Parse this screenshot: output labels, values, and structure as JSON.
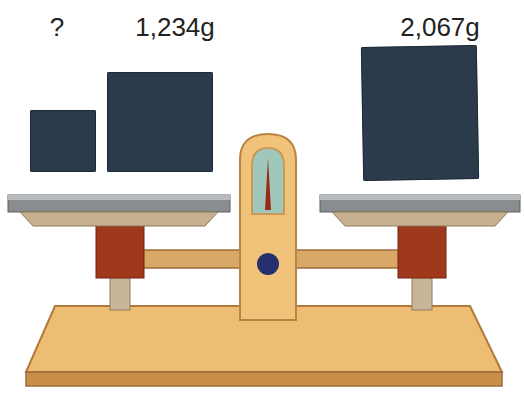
{
  "diagram": {
    "nodes": [
      {
        "text": [
          "?"
        ]
      },
      {
        "text": [
          "1,234g"
        ]
      },
      {
        "text": [
          "2,067g"
        ]
      }
    ]
  }
}
